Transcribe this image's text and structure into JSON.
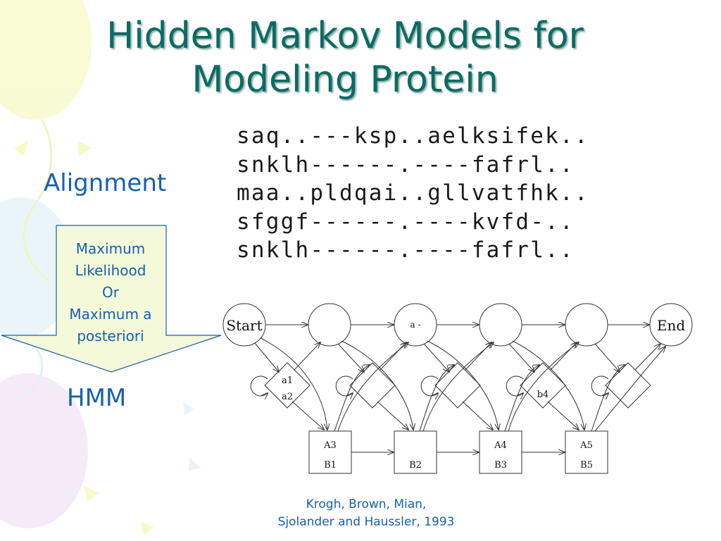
{
  "slide": {
    "title_lines": [
      "Hidden Markov Models for",
      "Modeling Protein"
    ],
    "alignment_label": "Alignment",
    "hmm_label": "HMM",
    "arrow_text_lines": [
      "Maximum",
      "Likelihood",
      "Or",
      "Maximum a",
      "posteriori"
    ],
    "sequences": [
      "saq..---ksp..aelksifek..",
      "snklh------.----fafrl..",
      "maa..pldqai..gllvatfhk..",
      "sfggf------.----kvfd-..",
      "snklh------.----fafrl.."
    ],
    "citation_lines": [
      "Krogh, Brown, Mian,",
      "Sjolander and Haussler, 1993"
    ]
  },
  "diagram": {
    "start_label": "Start",
    "end_label": "End",
    "delete_state_labels": [
      "",
      "a -",
      "",
      ""
    ],
    "insert_state_labels": [
      [
        "a1",
        "a2"
      ],
      [],
      [],
      [
        "b4"
      ],
      []
    ],
    "match_state_labels": [
      [
        "A3",
        "B1"
      ],
      [
        "",
        "B2"
      ],
      [
        "A4",
        "B3"
      ],
      [
        "A5",
        "B5"
      ]
    ]
  },
  "colors": {
    "title": "#0b6b63",
    "body_text": "#1560b0",
    "arrow_fill": "#f4fad9",
    "arrow_stroke": "#1560b0"
  }
}
